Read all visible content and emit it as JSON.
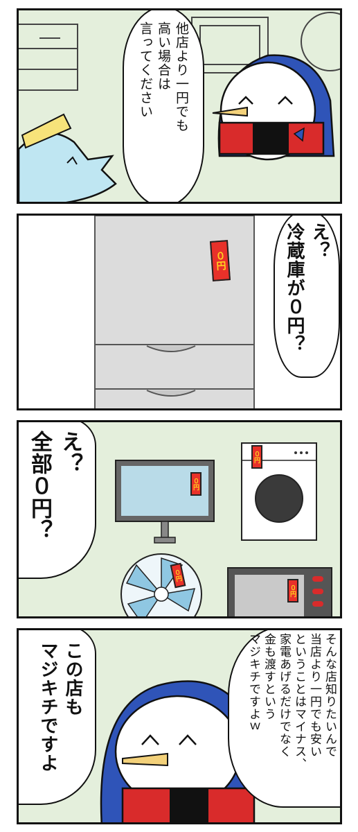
{
  "panels": [
    {
      "speech_lines": [
        "他店より一円でも",
        "高い場合は",
        "言ってください"
      ]
    },
    {
      "speech_lines": [
        "え？",
        "冷蔵庫が０円？"
      ],
      "tag": "０円"
    },
    {
      "speech_lines": [
        "え？",
        "全部０円？"
      ],
      "tags": [
        "０円",
        "０円",
        "０円",
        "０円"
      ]
    },
    {
      "right_lines": [
        "そんな店知りたいんで",
        "当店より一円でも安い",
        "ということはマイナス、",
        "家電あげるだけでなく",
        "金も渡すという",
        "マジキチですよｗ"
      ],
      "left_lines": [
        "この店も",
        "マジキチですよ"
      ]
    }
  ],
  "colors": {
    "panel_bg": "#e4efdc",
    "tag_red": "#e8312a",
    "tag_text": "#ffd21f",
    "penguin_blue": "#2f54b8",
    "scarf_red": "#d92b2b"
  }
}
